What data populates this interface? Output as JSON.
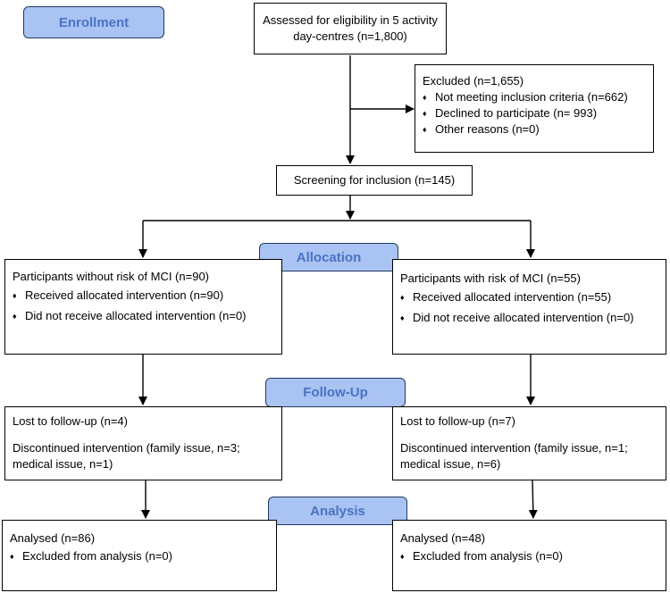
{
  "stages": {
    "enrollment": "Enrollment",
    "allocation": "Allocation",
    "follow_up": "Follow-Up",
    "analysis": "Analysis"
  },
  "assessed": "Assessed for eligibility in 5 activity day-centres (n=1,800)",
  "excluded": {
    "title": "Excluded (n=1,655)",
    "items": [
      "Not meeting inclusion criteria (n=662)",
      "Declined to participate (n= 993)",
      "Other reasons (n=0)"
    ]
  },
  "screening": "Screening for inclusion (n=145)",
  "left_arm": {
    "allocation": {
      "title": "Participants without risk of MCI (n=90)",
      "items": [
        "Received allocated intervention (n=90)",
        "Did not receive allocated intervention (n=0)"
      ]
    },
    "follow_up": {
      "lost": "Lost to follow-up (n=4)",
      "discontinued": "Discontinued intervention (family issue, n=3; medical issue, n=1)"
    },
    "analysis": {
      "title": "Analysed (n=86)",
      "items": [
        "Excluded from analysis (n=0)"
      ]
    }
  },
  "right_arm": {
    "allocation": {
      "title": "Participants with risk of MCI (n=55)",
      "items": [
        "Received allocated intervention (n=55)",
        "Did not receive allocated intervention (n=0)"
      ]
    },
    "follow_up": {
      "lost": "Lost to follow-up (n=7)",
      "discontinued": "Discontinued intervention (family issue, n=1; medical issue, n=6)"
    },
    "analysis": {
      "title": "Analysed (n=48)",
      "items": [
        "Excluded from analysis (n=0)"
      ]
    }
  },
  "colors": {
    "stage_fill": "#a9c3f2",
    "stage_text": "#4a72c4",
    "stage_border": "#1f3a5f"
  }
}
